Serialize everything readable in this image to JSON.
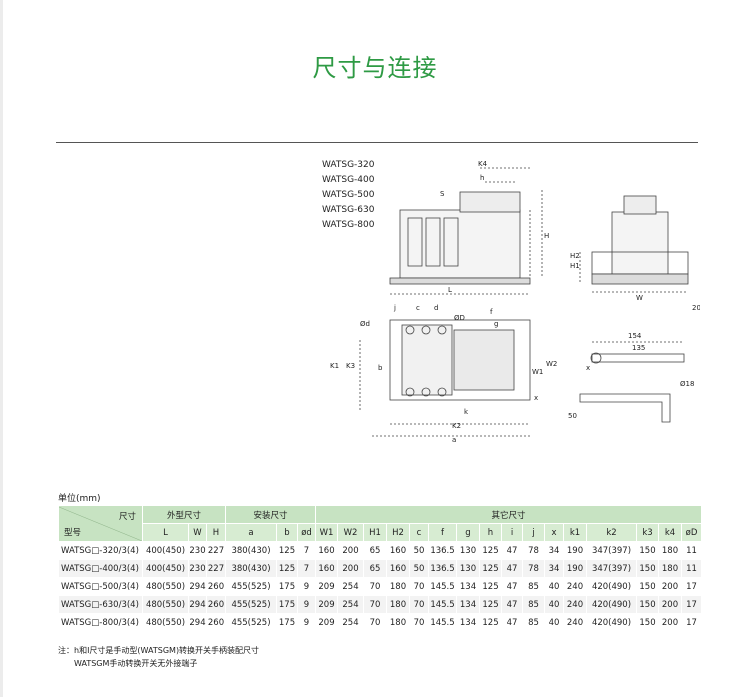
{
  "title": "尺寸与连接",
  "models": [
    "WATSG-320",
    "WATSG-400",
    "WATSG-500",
    "WATSG-630",
    "WATSG-800"
  ],
  "drawing": {
    "labels": [
      "K4",
      "h",
      "S",
      "H",
      "H1",
      "H2",
      "L",
      "W",
      "20",
      "j",
      "c",
      "d",
      "Ød",
      "ØD",
      "f",
      "g",
      "K1",
      "K3",
      "b",
      "W1",
      "W2",
      "x",
      "k",
      "K2",
      "a",
      "154",
      "135",
      "x",
      "Ø18",
      "50"
    ]
  },
  "unit_label": "单位(mm)",
  "table": {
    "corner_top": "尺寸",
    "corner_bottom": "型号",
    "groups": [
      "外型尺寸",
      "安装尺寸",
      "其它尺寸"
    ],
    "columns": [
      "L",
      "W",
      "H",
      "a",
      "b",
      "ød",
      "W1",
      "W2",
      "H1",
      "H2",
      "c",
      "f",
      "g",
      "h",
      "i",
      "j",
      "x",
      "k1",
      "k2",
      "k3",
      "k4",
      "øD"
    ],
    "rows": [
      [
        "WATSG□-320/3(4)",
        "400(450)",
        "230",
        "227",
        "380(430)",
        "125",
        "7",
        "160",
        "200",
        "65",
        "160",
        "50",
        "136.5",
        "130",
        "125",
        "47",
        "78",
        "34",
        "190",
        "347(397)",
        "150",
        "180",
        "11"
      ],
      [
        "WATSG□-400/3(4)",
        "400(450)",
        "230",
        "227",
        "380(430)",
        "125",
        "7",
        "160",
        "200",
        "65",
        "160",
        "50",
        "136.5",
        "130",
        "125",
        "47",
        "78",
        "34",
        "190",
        "347(397)",
        "150",
        "180",
        "11"
      ],
      [
        "WATSG□-500/3(4)",
        "480(550)",
        "294",
        "260",
        "455(525)",
        "175",
        "9",
        "209",
        "254",
        "70",
        "180",
        "70",
        "145.5",
        "134",
        "125",
        "47",
        "85",
        "40",
        "240",
        "420(490)",
        "150",
        "200",
        "17"
      ],
      [
        "WATSG□-630/3(4)",
        "480(550)",
        "294",
        "260",
        "455(525)",
        "175",
        "9",
        "209",
        "254",
        "70",
        "180",
        "70",
        "145.5",
        "134",
        "125",
        "47",
        "85",
        "40",
        "240",
        "420(490)",
        "150",
        "200",
        "17"
      ],
      [
        "WATSG□-800/3(4)",
        "480(550)",
        "294",
        "260",
        "455(525)",
        "175",
        "9",
        "209",
        "254",
        "70",
        "180",
        "70",
        "145.5",
        "134",
        "125",
        "47",
        "85",
        "40",
        "240",
        "420(490)",
        "150",
        "200",
        "17"
      ]
    ]
  },
  "notes": [
    "注：h和I尺寸是手动型(WATSGM)转换开关手柄装配尺寸",
    "WATSGM手动转换开关无外接端子"
  ],
  "colors": {
    "title": "#2e9a44",
    "table_header": "#c7e3c2"
  }
}
